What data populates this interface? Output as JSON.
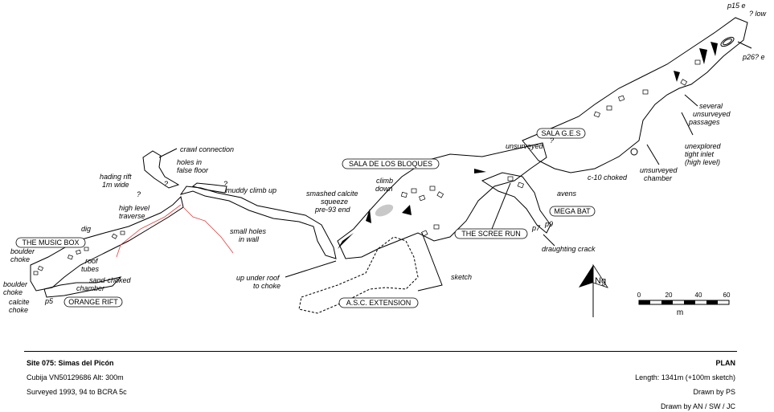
{
  "map": {
    "labels": {
      "crawl_connection": "crawl connection",
      "holes_false_floor_1": "holes in",
      "holes_false_floor_2": "false floor",
      "hading_rift_1": "hading rift",
      "hading_rift_2": "1m wide",
      "muddy_climb": "muddy climb up",
      "high_level_1": "high level",
      "high_level_2": "traverse",
      "dig": "dig",
      "boulder_choke_top_1": "boulder",
      "boulder_choke_top_2": "choke",
      "roof_tubes_1": "roof",
      "roof_tubes_2": "tubes",
      "sand_choked_1": "sand-choked",
      "sand_choked_2": "chamber",
      "boulder_choke_bottom_1": "boulder",
      "boulder_choke_bottom_2": "choke",
      "calcite_choke_1": "calcite",
      "calcite_choke_2": "choke",
      "p5": "p5",
      "small_holes_1": "small holes",
      "small_holes_2": "in wall",
      "smashed_1": "smashed calcite",
      "smashed_2": "squeeze",
      "smashed_3": "pre-93 end",
      "climb_down_1": "climb",
      "climb_down_2": "down",
      "up_under_roof_1": "up under roof",
      "up_under_roof_2": "to choke",
      "sketch": "sketch",
      "unsurveyed": "unsurveyed",
      "c10_choked": "c-10 choked",
      "avens": "avens",
      "p7": "p7",
      "p9": "p9",
      "draughting_crack": "draughting crack",
      "unsurveyed_chamber_1": "unsurveyed",
      "unsurveyed_chamber_2": "chamber",
      "unexplored_1": "unexplored",
      "unexplored_2": "tight inlet",
      "unexplored_3": "(high level)",
      "several_1": "several",
      "several_2": "unsurveyed",
      "several_3": "passages",
      "p15e": "p15 e",
      "low": "? low",
      "p26e": "p26? e",
      "q": "?"
    },
    "boxes": {
      "music_box": "THE MUSIC BOX",
      "orange_rift": "ORANGE RIFT",
      "sala_bloques": "SALA DE LOS BLOQUES",
      "scree_run": "THE SCREE RUN",
      "sala_ges": "SALA  G.E.S",
      "mega_bat": "MEGA BAT",
      "asc_extension": "A.S.C. EXTENSION"
    },
    "north": "Ng",
    "scale": {
      "ticks": [
        "0",
        "20",
        "40",
        "60"
      ],
      "unit": "m"
    },
    "colors": {
      "line": "#000000",
      "survey_line": "#e04040",
      "squeeze_fill": "#c8c8c8"
    }
  },
  "footer": {
    "site_title": "Site 075: Simas del Picón",
    "location": "Cubija VN50129686  Alt: 300m",
    "surveyed": "Surveyed 1993, 94 to BCRA 5c",
    "plan": "PLAN",
    "length": "Length: 1341m (+100m sketch)",
    "drawn_1": "Drawn by PS",
    "drawn_2": "Drawn by AN / SW / JC"
  }
}
